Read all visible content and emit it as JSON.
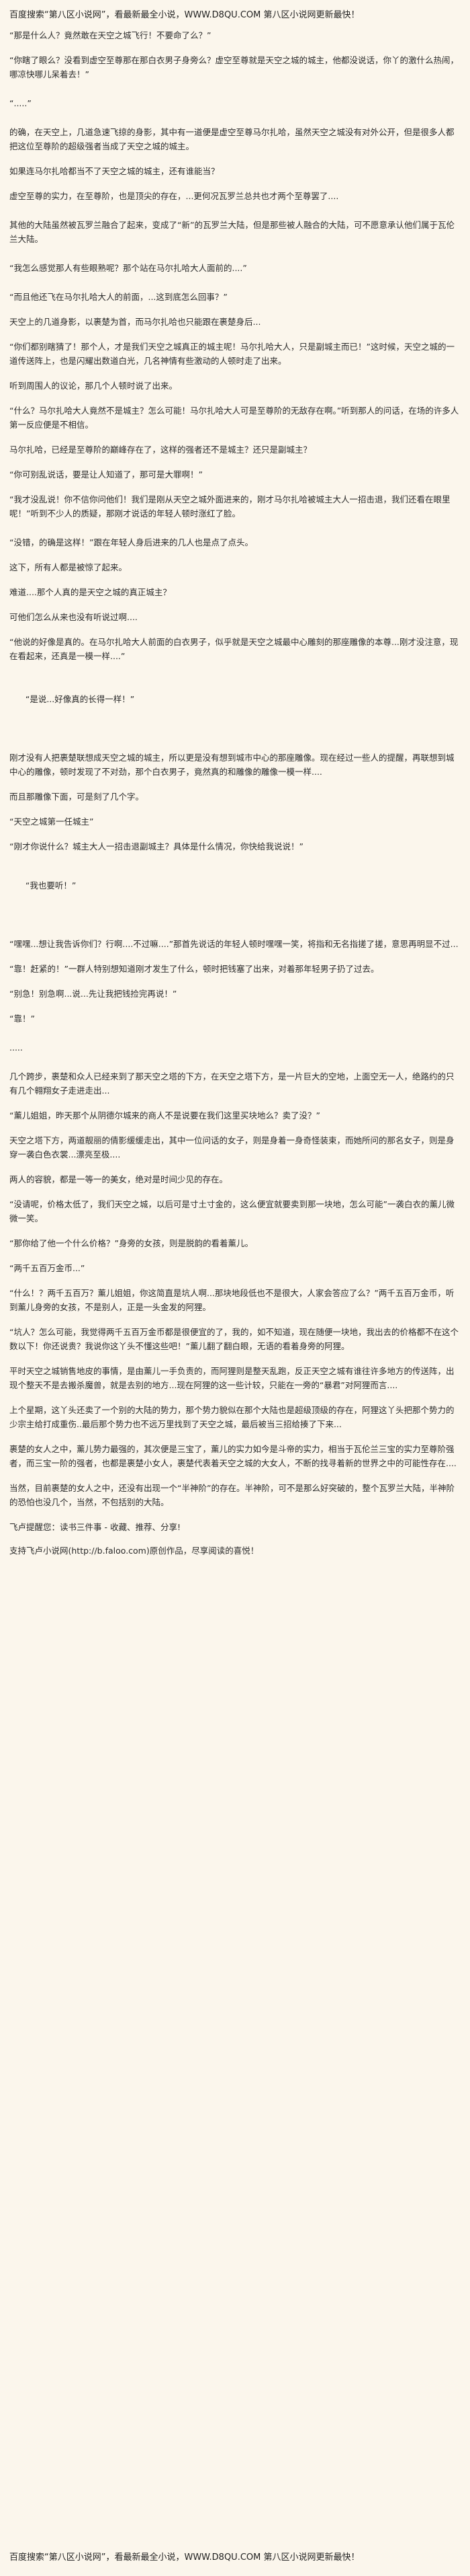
{
  "header": {
    "text": "百度搜索“第八区小说网”，看最新最全小说，WWW.D8QU.COM 第八区小说网更新最快！"
  },
  "paragraphs": [
    "“那是什么人？竟然敢在天空之城飞行！不要命了么？”",
    "“你瞎了眼么？没看到虚空至尊那在那白衣男子身旁么？虚空至尊就是天空之城的城主，他都没说话，你丫的激什么热闹，哪凉快哪儿呆着去！”",
    "“.....”",
    "的确，在天空上，几道急速飞掠的身影，其中有一道便是虚空至尊马尔扎哈，虽然天空之城没有对外公开，但是很多人都把这位至尊阶的超级强者当成了天空之城的城主。",
    "如果连马尔扎哈都当不了天空之城的城主，还有谁能当？",
    "虚空至尊的实力，在至尊阶，也是顶尖的存在，...更何况瓦罗兰总共也才两个至尊罢了....",
    "其他的大陆虽然被瓦罗兰融合了起来，变成了“新”的瓦罗兰大陆，但是那些被人融合的大陆，可不愿意承认他们属于瓦伦兰大陆。",
    "“我怎么感觉那人有些眼熟呢？那个站在马尔扎哈大人面前的....”",
    "“而且他还飞在马尔扎哈大人的前面，...这到底怎么回事？”",
    "天空上的几道身影，以裹楚为首，而马尔扎哈也只能跟在裹楚身后...",
    "“你们都别瞎猜了！那个人，才是我们天空之城真正的城主呢！马尔扎哈大人，只是副城主而已！”这时候，天空之城的一道传送阵上，也是闪耀出数道白光，几名神情有些激动的人顿时走了出来。",
    "听到周围人的议论，那几个人顿时说了出来。",
    "“什么？马尔扎哈大人竟然不是城主？怎么可能！马尔扎哈大人可是至尊阶的无敌存在啊。”听到那人的问话，在场的许多人第一反应便是不相信。",
    "马尔扎哈，已经是至尊阶的巅峰存在了，这样的强者还不是城主？还只是副城主？",
    "“你可别乱说话，要是让人知道了，那可是大罪啊！”",
    "“我才没乱说！你不信你问他们！我们是刚从天空之城外面进来的，刚才马尔扎哈被城主大人一招击退，我们还看在眼里呢！”听到不少人的质疑，那刚才说话的年轻人顿时涨红了脸。",
    "“没错，的确是这样！”跟在年轻人身后进来的几人也是点了点头。",
    "这下，所有人都是被惊了起来。",
    "难道....那个人真的是天空之城的真正城主？",
    "可他们怎么从来也没有听说过啊....",
    "“他说的好像是真的。在马尔扎哈大人前面的白衣男子，似乎就是天空之城最中心雕刻的那座雕像的本尊...刚才没注意，现在看起来，还真是一模一样....”",
    "“是说...好像真的长得一样！”",
    "刚才没有人把裹楚联想成天空之城的城主，所以更是没有想到城市中心的那座雕像。现在经过一些人的提醒，再联想到城中心的雕像，顿时发现了不对劲，那个白衣男子，竟然真的和雕像的雕像一模一样....",
    "而且那雕像下面，可是刻了几个字。",
    "“天空之城第一任城主”",
    "“刚才你说什么？城主大人一招击退副城主？具体是什么情况，你快给我说说！”",
    "“我也要听！”",
    "“嘿嘿...想让我告诉你们？行啊....不过嘛....”那首先说话的年轻人顿时嘿嘿一笑，将指和无名指搓了搓，意思再明显不过...",
    "“靠！赶紧的！”一群人特别想知道刚才发生了什么，顿时把钱塞了出来，对着那年轻男子扔了过去。",
    "“别急！别急啊...说...先让我把钱捡完再说！”",
    "“靠！”",
    ".....",
    "几个跨步，裹楚和众人已经来到了那天空之塔的下方，在天空之塔下方，是一片巨大的空地，上面空无一人，绝路约的只有几个翱翔女子走进走出...",
    "“薰儿姐姐，昨天那个从阴德尔城来的商人不是说要在我们这里买块地么？卖了没？”",
    "天空之塔下方，两道靓丽的倩影缓缓走出，其中一位问话的女子，则是身着一身奇怪装束，而她所问的那名女子，则是身穿一袭白色衣裳...漂亮至极....",
    "两人的容貌，都是一等一的美女，绝对是时间少见的存在。",
    "“没请呢，价格太低了，我们天空之城，以后可是寸土寸金的，这么便宜就要卖到那一块地，怎么可能”一袭白衣的薰儿微微一笑。",
    "“那你给了他一个什么价格？”身旁的女孩，则是脱韵的看着薰儿。",
    "“两千五百万金币...”",
    "“什么！？两千五百万？薰儿姐姐，你这简直是坑人啊...那块地段低也不是很大，人家会答应了么？”两千五百万金币，听到薰儿身旁的女孩，不是别人，正是一头金发的阿狸。",
    "“坑人？怎么可能，我觉得两千五百万金币都是很便宜的了，我的，如不知道，现在随便一块地，我出去的价格都不在这个数以下！你还说贵？我说你这丫头不懂这些吧！”薰儿翻了翻白眼，无语的看着身旁的阿狸。",
    "平时天空之城销售地皮的事情，是由薰儿一手负责的，而阿狸则是整天乱跑，反正天空之城有谁往许多地方的传送阵，出现个整天不是去搬杀魔兽，就是去别的地方...现在阿狸的这一些计较，只能在一旁的“暴君”对阿狸而言....",
    "上个星期，这丫头还卖了一个别的大陆的势力，那个势力貌似在那个大陆也是超级顶级的存在，阿狸这丫头把那个势力的少宗主给打成重伤..最后那个势力也不远万里找到了天空之城，最后被当三招给揍了下来...",
    "裹楚的女人之中，薰儿势力最强的，其次便是三宝了，薰儿的实力如今是斗帝的实力，相当于瓦伦兰三宝的实力至尊阶强者，而三宝一阶的强者，也都是裹楚小女人，裹楚代表着天空之城的大女人，不断的找寻着新的世界之中的可能性存在....",
    "当然，目前裹楚的女人之中，还没有出现一个“半神阶”的存在。半神阶，可不是那么好突破的，整个瓦罗兰大陆，半神阶的恐怕也没几个，当然，不包括别的大陆。"
  ],
  "closing": {
    "feimo": "飞卢提醒您：读书三件事 - 收藏、推荐、分享!",
    "support": "支持飞卢小说网(http://b.faloo.com)原创作品，尽享阅读的喜悦！"
  },
  "watermarks": {
    "first": "",
    "second": ""
  },
  "footer": {
    "text": "百度搜索“第八区小说网”，看最新最全小说，WWW.D8QU.COM 第八区小说网更新最快！"
  }
}
